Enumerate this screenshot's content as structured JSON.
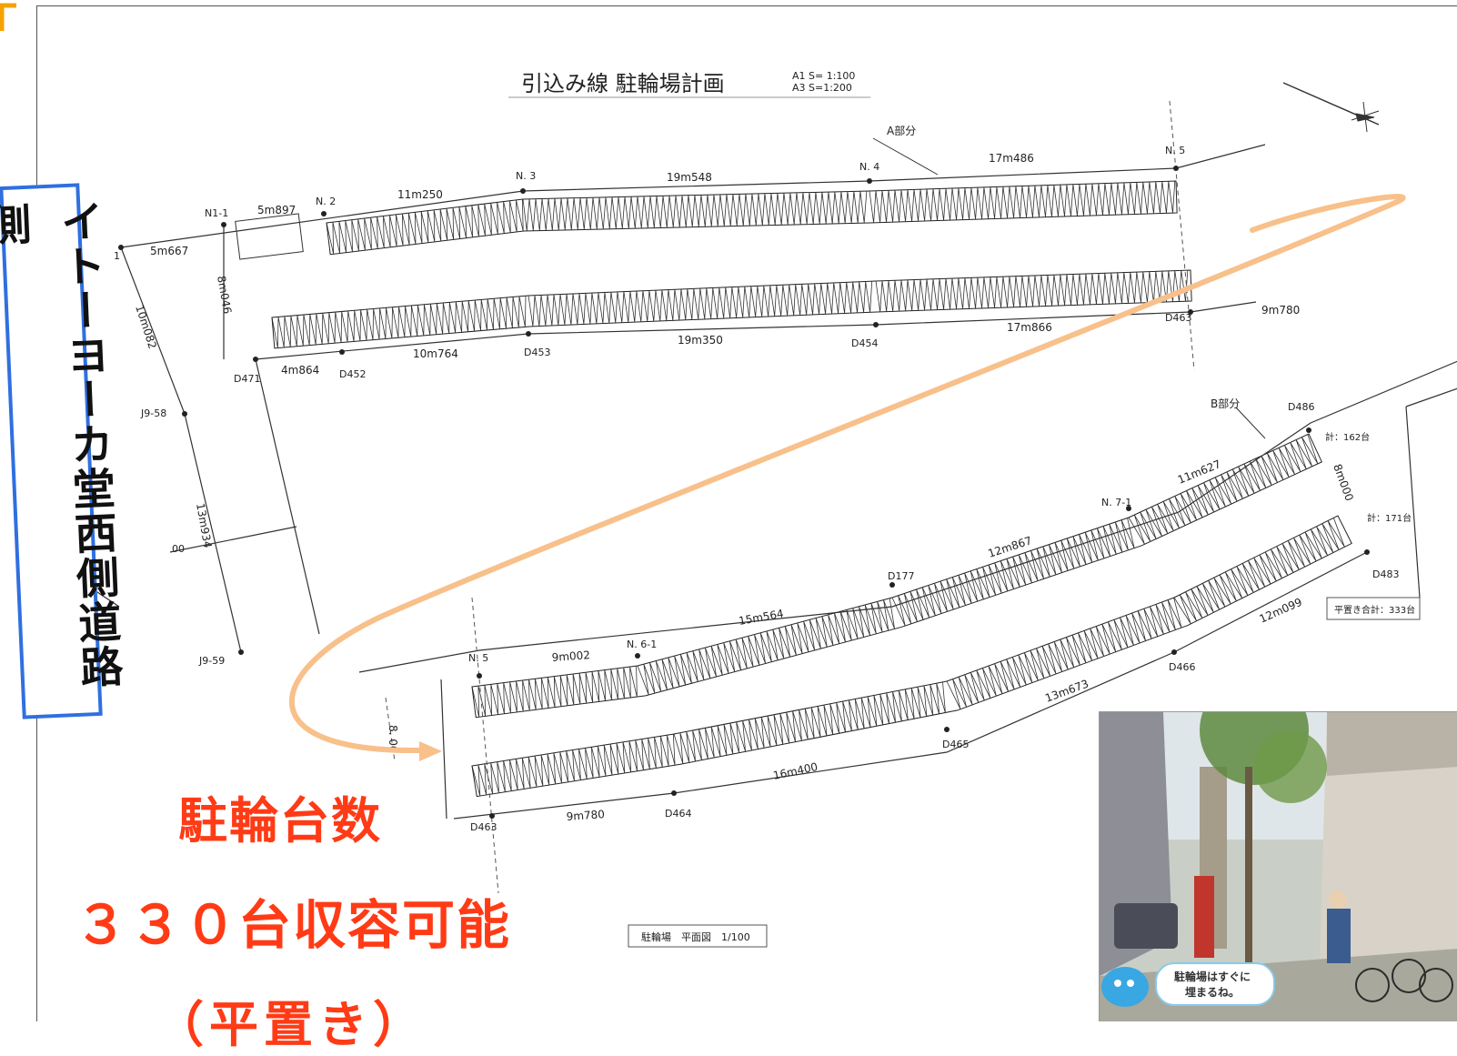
{
  "title": "引込み線 駐輪場計画",
  "scale_a1": "A1 S= 1:100",
  "scale_a3": "A3 S=1:200",
  "side_label": "イトーヨーカ堂西側道路側",
  "headline": "駐輪台数",
  "capacity": "３３０台収容可能",
  "partial_text": "（平置き）",
  "plan_caption": "駐輪場　平面図　1/100",
  "part_a": "A部分",
  "part_b": "B部分",
  "totals": {
    "sub1": "計：162台",
    "sub2": "計：171台",
    "total": "平置き合計：333台"
  },
  "photo_caption_line1": "駐輪場はすぐに",
  "photo_caption_line2": "埋まるね。",
  "colors": {
    "arrow": "#f8c08a",
    "label_border": "#2f6fe0",
    "red_text": "#ff3b16",
    "corner": "#f5a100"
  },
  "points": {
    "N1_1": "N1-1",
    "N2": "N. 2",
    "N3": "N. 3",
    "N4": "N. 4",
    "N5a": "N. 5",
    "D471": "D471",
    "D452": "D452",
    "D453": "D453",
    "D454": "D454",
    "D463a": "D463",
    "J958": "J9-58",
    "J959": "J9-59",
    "N5b": "N. 5",
    "N61": "N. 6-1",
    "N71": "N. 7-1",
    "D177": "D177",
    "D486": "D486",
    "D483": "D483",
    "D466": "D466",
    "D465": "D465",
    "D464": "D464",
    "D463b": "D463",
    "one": "1",
    "oo": "00"
  },
  "dims": {
    "d5m667": "5m667",
    "d5m897": "5m897",
    "d11m250": "11m250",
    "d19m548": "19m548",
    "d17m486": "17m486",
    "d9m780a": "9m780",
    "d17m866": "17m866",
    "d19m350": "19m350",
    "d10m764": "10m764",
    "d4m864": "4m864",
    "d8m046": "8m046",
    "d10m082": "10m082",
    "d13m934": "13m934",
    "d11m627": "11m627",
    "d8m000": "8m000",
    "d12m867": "12m867",
    "d15m564": "15m564",
    "d9m002": "9m002",
    "d12m099": "12m099",
    "d13m673": "13m673",
    "d16m400": "16m400",
    "d9m780b": "9m780",
    "d8_00": "8. 00"
  }
}
